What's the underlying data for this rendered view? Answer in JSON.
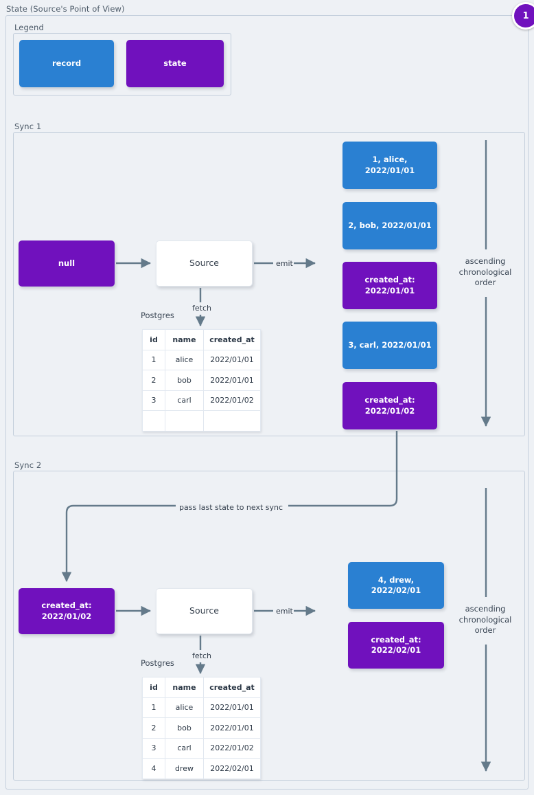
{
  "page": {
    "title": "State (Source's Point of View)",
    "badge": "1",
    "colors": {
      "record": "#2a80d2",
      "state": "#7011bd",
      "background": "#eef1f5",
      "wire": "#647a8a"
    }
  },
  "legend": {
    "title": "Legend",
    "items": [
      {
        "label": "record",
        "kind": "record"
      },
      {
        "label": "state",
        "kind": "state"
      }
    ]
  },
  "syncs": [
    {
      "title": "Sync 1",
      "input_state": {
        "label": "null",
        "kind": "state"
      },
      "source": {
        "label": "Source"
      },
      "fetch_label": "fetch",
      "emit_label": "emit",
      "db_caption": "Postgres",
      "table": {
        "columns": [
          "id",
          "name",
          "created_at"
        ],
        "rows": [
          [
            "1",
            "alice",
            "2022/01/01"
          ],
          [
            "2",
            "bob",
            "2022/01/01"
          ],
          [
            "3",
            "carl",
            "2022/01/02"
          ],
          [
            "",
            "",
            ""
          ]
        ]
      },
      "emitted": [
        {
          "kind": "record",
          "lines": [
            "1, alice, 2022/01/01"
          ]
        },
        {
          "kind": "record",
          "lines": [
            "2, bob, 2022/01/01"
          ]
        },
        {
          "kind": "state",
          "lines": [
            "created_at:",
            "2022/01/01"
          ]
        },
        {
          "kind": "record",
          "lines": [
            "3, carl, 2022/01/01"
          ]
        },
        {
          "kind": "state",
          "lines": [
            "created_at:",
            "2022/01/02"
          ]
        }
      ],
      "order_note": "ascending\nchronological\norder"
    },
    {
      "title": "Sync 2",
      "input_state": {
        "label": "created_at:\n2022/01/02",
        "kind": "state"
      },
      "source": {
        "label": "Source"
      },
      "fetch_label": "fetch",
      "emit_label": "emit",
      "db_caption": "Postgres",
      "table": {
        "columns": [
          "id",
          "name",
          "created_at"
        ],
        "rows": [
          [
            "1",
            "alice",
            "2022/01/01"
          ],
          [
            "2",
            "bob",
            "2022/01/01"
          ],
          [
            "3",
            "carl",
            "2022/01/02"
          ],
          [
            "4",
            "drew",
            "2022/02/01"
          ]
        ]
      },
      "emitted": [
        {
          "kind": "record",
          "lines": [
            "4, drew, 2022/02/01"
          ]
        },
        {
          "kind": "state",
          "lines": [
            "created_at:",
            "2022/02/01"
          ]
        }
      ],
      "order_note": "ascending\nchronological\norder"
    }
  ],
  "connector": {
    "pass_state_label": "pass last state to next sync"
  }
}
